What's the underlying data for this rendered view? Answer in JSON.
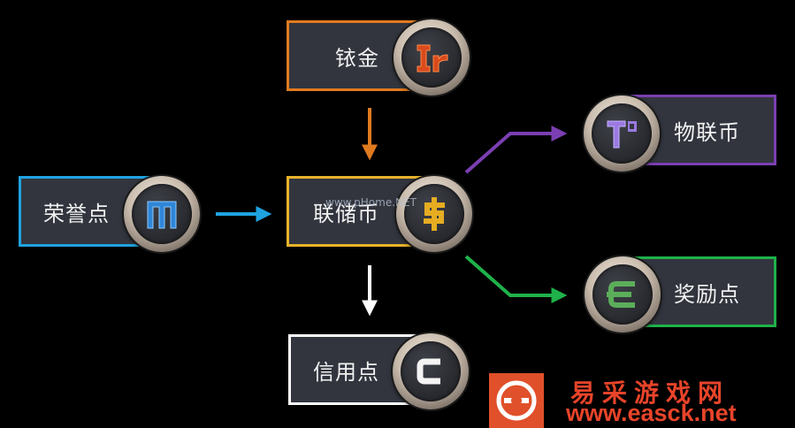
{
  "diagram": {
    "nodes": {
      "iridium": {
        "label": "铱金",
        "color": "#e07a1f",
        "icon": "iridium-ir-coin-icon"
      },
      "honor": {
        "label": "荣誉点",
        "color": "#1fa3e0",
        "icon": "honor-m-coin-icon"
      },
      "union_currency": {
        "label": "联储币",
        "color": "#e8b32a",
        "icon": "dollar-coin-icon"
      },
      "iot_currency": {
        "label": "物联币",
        "color": "#7b3fb2",
        "icon": "iot-t-coin-icon"
      },
      "reward": {
        "label": "奖励点",
        "color": "#1fb24a",
        "icon": "euro-coin-icon"
      },
      "credit": {
        "label": "信用点",
        "color": "#ffffff",
        "icon": "credit-c-coin-icon"
      }
    },
    "edges": [
      {
        "from": "iridium",
        "to": "union_currency",
        "color": "#e07a1f"
      },
      {
        "from": "honor",
        "to": "union_currency",
        "color": "#1fa3e0"
      },
      {
        "from": "union_currency",
        "to": "iot_currency",
        "color": "#7b3fb2"
      },
      {
        "from": "union_currency",
        "to": "reward",
        "color": "#1fb24a"
      },
      {
        "from": "union_currency",
        "to": "credit",
        "color": "#ffffff"
      }
    ]
  },
  "watermark": "www.pHome.NET",
  "brand": {
    "name": "易采游戏网",
    "url": "www.easck.net",
    "color": "#e8442a"
  }
}
